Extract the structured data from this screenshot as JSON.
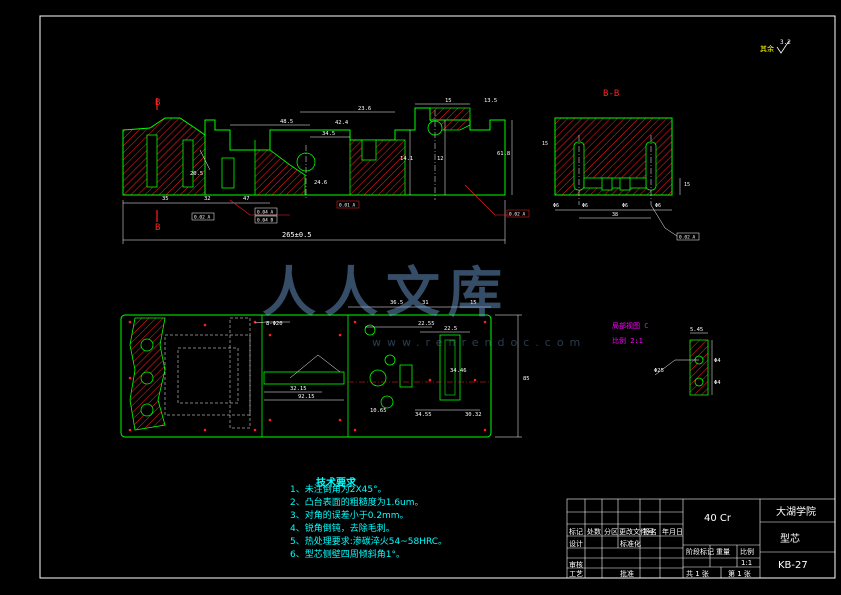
{
  "sheet": {
    "roughness_note": "其余",
    "roughness_value": "3.2"
  },
  "views": {
    "section_label": "B-B",
    "section_mark_left": "B",
    "section_mark_left_bottom": "B",
    "overall_length": "265±0.5",
    "detail_caption_1": "局部视图 C",
    "detail_caption_2": "比例 2:1"
  },
  "dimensions": {
    "front": [
      "48.5",
      "42.4",
      "23.6",
      "34.5",
      "15",
      "13.5",
      "14.1",
      "61.8",
      "12",
      "20.5",
      "35",
      "32",
      "47",
      "24.6"
    ],
    "plan": [
      "36.5",
      "31",
      "15",
      "22.55",
      "22.5",
      "32.15",
      "92.15",
      "8-Φ20",
      "10.65",
      "34.55",
      "34.46",
      "30.32",
      "85"
    ],
    "side": [
      "15",
      "15",
      "Φ6",
      "Φ6",
      "Φ6",
      "Φ6",
      "38"
    ],
    "detail": [
      "5.45",
      "Φ25",
      "Φ4",
      "Φ4"
    ]
  },
  "tolerance_frames": [
    "0.02 A",
    "0.04 A",
    "0.04 B",
    "0.01 A",
    "0.02 A",
    "0.02 A"
  ],
  "notes": {
    "title": "技术要求",
    "lines": [
      "1、未注倒角为2X45°。",
      "2、凸台表面的粗糙度为1.6um。",
      "3、对角的误差小于0.2mm。",
      "4、锐角倒钝，去除毛刺。",
      "5、热处理要求:渗碳淬火54~58HRC。",
      "6、型芯侧壁四周倾斜角1°。"
    ]
  },
  "title_block": {
    "material": "40 Cr",
    "school": "大湖学院",
    "part_name": "型芯",
    "drawing_no": "KB-27",
    "scale": "1:1",
    "sheet_info_1": "共 1 张",
    "sheet_info_2": "第 1 张",
    "header_cells": [
      "标记",
      "处数",
      "分区",
      "更改文件号",
      "签名",
      "年月日"
    ],
    "row_labels": [
      "设计",
      "标准化",
      "审核",
      "工艺",
      "批准"
    ],
    "right_header": [
      "阶段标记",
      "重量",
      "比例"
    ]
  },
  "watermark": {
    "text": "人人文库",
    "url": "www.renrendoc.com"
  },
  "colors": {
    "background": "#000000",
    "frame": "#ffffff",
    "outline": "#00ff00",
    "hatch": "#ff0000",
    "dimension": "#ffffff",
    "note_text": "#00ffff"
  }
}
